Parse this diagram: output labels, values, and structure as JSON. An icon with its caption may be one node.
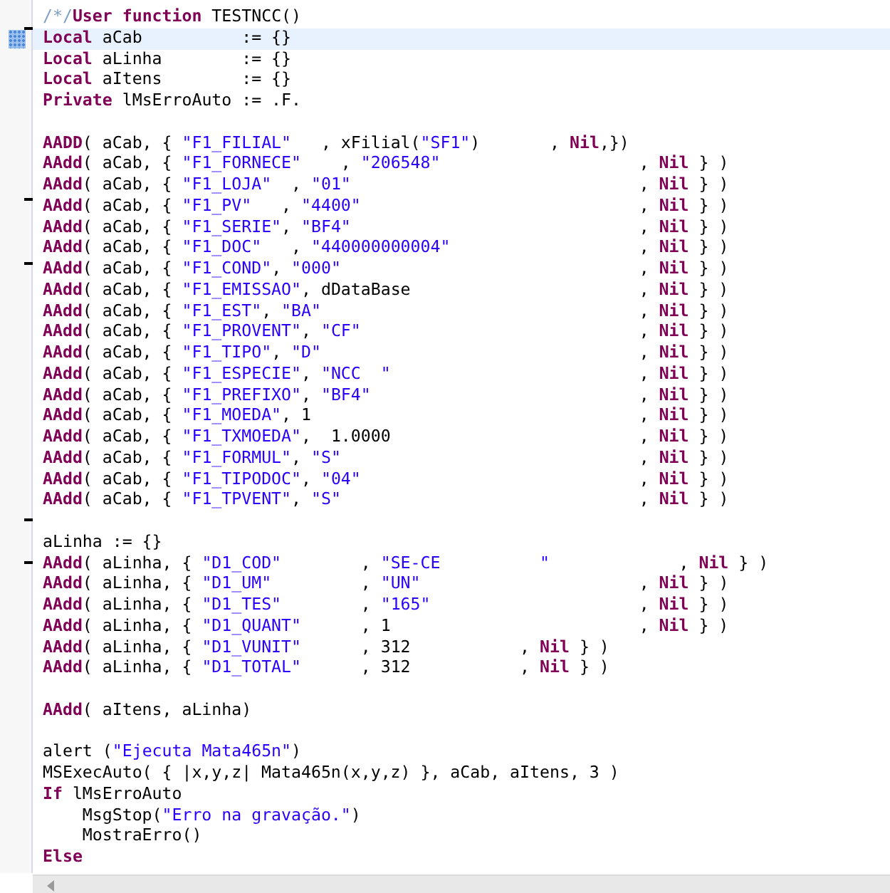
{
  "diagram": {
    "labels": [
      "/*/**User function** TESTNCC()",
      "**Local** aCab          := {}",
      "**Local** aLinha        := {}",
      "**Local** aItens        := {}",
      "**Private** lMsErroAuto := .F.",
      "**AADD**( aCab, { \"F1_FILIAL\"   , xFilial(\"SF1\")       , **Nil**,})",
      "**AAdd**( aCab, { \"F1_FORNECE\"    , \"206548\"                    , **Nil** } )",
      "**AAdd**( aCab, { \"F1_LOJA\"  , \"01\"                             , **Nil** } )",
      "**AAdd**( aCab, { \"F1_PV\"   , \"4400\"                            , **Nil** } )",
      "**AAdd**( aCab, { \"F1_SERIE\", \"BF4\"                             , **Nil** } )",
      "**AAdd**( aCab, { \"F1_DOC\"   , \"440000000004\"                   , **Nil** } )",
      "**AAdd**( aCab, { \"F1_COND\", \"000\"                              , **Nil** } )",
      "**AAdd**( aCab, { \"F1_EMISSAO\", dDataBase                       , **Nil** } )",
      "**AAdd**( aCab, { \"F1_EST\", \"BA\"                                , **Nil** } )",
      "**AAdd**( aCab, { \"F1_PROVENT\", \"CF\"                            , **Nil** } )",
      "**AAdd**( aCab, { \"F1_TIPO\", \"D\"                                , **Nil** } )",
      "**AAdd**( aCab, { \"F1_ESPECIE\", \"NCC  \"                         , **Nil** } )",
      "**AAdd**( aCab, { \"F1_PREFIXO\", \"BF4\"                           , **Nil** } )",
      "**AAdd**( aCab, { \"F1_MOEDA\", 1                                 , **Nil** } )",
      "**AAdd**( aCab, { \"F1_TXMOEDA\",  1.0000                         , **Nil** } )",
      "**AAdd**( aCab, { \"F1_FORMUL\", \"S\"                              , **Nil** } )",
      "**AAdd**( aCab, { \"F1_TIPODOC\", \"04\"                            , **Nil** } )",
      "**AAdd**( aCab, { \"F1_TPVENT\", \"S\"                              , **Nil** } )",
      "aLinha := {}",
      "**AAdd**( aLinha, { \"D1_COD\"        , \"SE-CE          \"             , **Nil** } )",
      "**AAdd**( aLinha, { \"D1_UM\"         , \"UN\"                      , **Nil** } )",
      "**AAdd**( aLinha, { \"D1_TES\"        , \"165\"                     , **Nil** } )",
      "**AAdd**( aLinha, { \"D1_QUANT\"      , 1                         , **Nil** } )",
      "**AAdd**( aLinha, { \"D1_VUNIT\"      , 312           , **Nil** } )",
      "**AAdd**( aLinha, { \"D1_TOTAL\"      , 312           , **Nil** } )",
      "**AAdd**( aItens, aLinha)",
      "alert (\"Ejecuta Mata465n\")",
      "MSExecAuto( { |x,y,z| Mata465n(x,y,z) }, aCab, aItens, 3 )",
      "**If** lMsErroAuto",
      "    MsgStop(\"Erro na gravação.\")",
      "    MostraErro()",
      "**Else**"
    ]
  }
}
